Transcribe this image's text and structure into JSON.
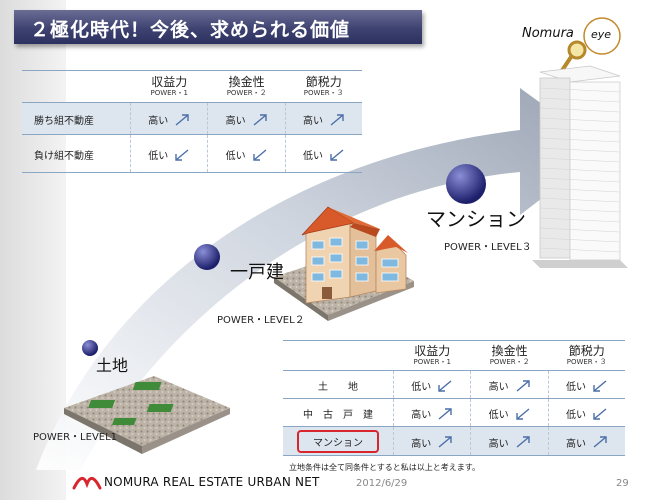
{
  "title": "２極化時代！今後、求められる価値",
  "brand": {
    "nomura": "Nomura",
    "eye": "eye",
    "company": "NOMURA REAL ESTATE URBAN NET"
  },
  "top_table": {
    "headers": [
      {
        "main": "収益力",
        "sub": "POWER・1"
      },
      {
        "main": "換金性",
        "sub": "POWER・２"
      },
      {
        "main": "節税力",
        "sub": "POWER・３"
      }
    ],
    "rows": [
      {
        "label": "勝ち組不動産",
        "cells": [
          "高い",
          "高い",
          "高い"
        ],
        "dirs": [
          "up",
          "up",
          "up"
        ]
      },
      {
        "label": "負け組不動産",
        "cells": [
          "低い",
          "低い",
          "低い"
        ],
        "dirs": [
          "down",
          "down",
          "down"
        ]
      }
    ]
  },
  "stages": [
    {
      "name": "土地",
      "power": "POWER・LEVEL1"
    },
    {
      "name": "一戸建",
      "power": "POWER・LEVEL２"
    },
    {
      "name": "マンション",
      "power": "POWER・LEVEL３"
    }
  ],
  "bottom_table": {
    "headers": [
      {
        "main": "収益力",
        "sub": "POWER・1"
      },
      {
        "main": "換金性",
        "sub": "POWER・２"
      },
      {
        "main": "節税力",
        "sub": "POWER・３"
      }
    ],
    "rows": [
      {
        "label": "土　　地",
        "cells": [
          "低い",
          "高い",
          "低い"
        ],
        "dirs": [
          "down",
          "up",
          "down"
        ]
      },
      {
        "label": "中　古　戸　建",
        "cells": [
          "高い",
          "低い",
          "低い"
        ],
        "dirs": [
          "up",
          "down",
          "down"
        ]
      },
      {
        "label": "マンション",
        "cells": [
          "高い",
          "高い",
          "高い"
        ],
        "dirs": [
          "up",
          "up",
          "up"
        ],
        "highlight": true
      }
    ]
  },
  "footnote": "立地条件は全て同条件とすると私は以上と考えます。",
  "date": "2012/6/29",
  "page_number": "29",
  "colors": {
    "accent_red": "#d9262e",
    "title_bg": "#3e4270",
    "arrow_blue": "#4b6fa8",
    "table_highlight": "#dde5ee"
  }
}
